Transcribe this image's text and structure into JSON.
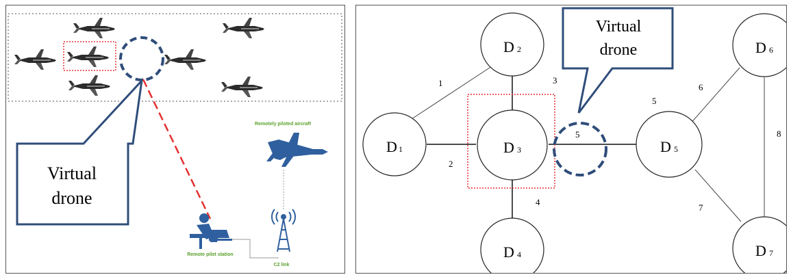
{
  "left_panel": {
    "callout_line1": "Virtual",
    "callout_line2": "drone",
    "label_aircraft": "Remotely piloted aircraft",
    "label_station": "Remote pilot station",
    "label_link": "C2 link"
  },
  "right_panel": {
    "callout_line1": "Virtual",
    "callout_line2": "drone",
    "nodes": [
      {
        "id": "D1",
        "letter": "D",
        "sub": "1"
      },
      {
        "id": "D2",
        "letter": "D",
        "sub": "2"
      },
      {
        "id": "D3",
        "letter": "D",
        "sub": "3"
      },
      {
        "id": "D4",
        "letter": "D",
        "sub": "4"
      },
      {
        "id": "D5",
        "letter": "D",
        "sub": "5"
      },
      {
        "id": "D6",
        "letter": "D",
        "sub": "6"
      },
      {
        "id": "D7",
        "letter": "D",
        "sub": "7"
      }
    ],
    "edge_labels": [
      "1",
      "2",
      "3",
      "4",
      "5",
      "5",
      "6",
      "7",
      "8"
    ]
  },
  "colors": {
    "callout_border": "#2f4d7a",
    "virtual_circle": "#2f4d7a",
    "selection_box": "#e53030",
    "dashed_link": "#e53030",
    "icon_blue": "#2f5f9e",
    "caption_green": "#5aa02c"
  }
}
